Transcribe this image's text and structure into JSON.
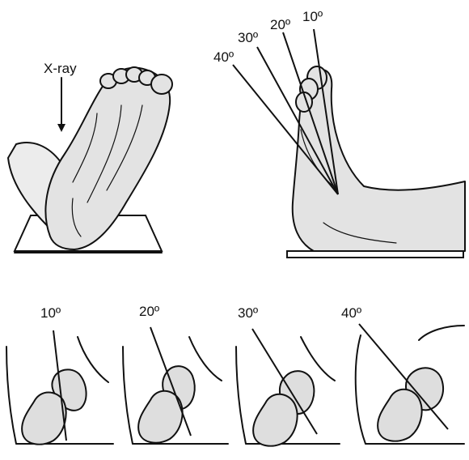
{
  "top_left": {
    "xray_label": "X-ray"
  },
  "top_right": {
    "angle_labels": [
      "10º",
      "20º",
      "30º",
      "40º"
    ]
  },
  "bottom_panels": [
    {
      "angle_label": "10º"
    },
    {
      "angle_label": "20º"
    },
    {
      "angle_label": "30º"
    },
    {
      "angle_label": "40º"
    }
  ]
}
